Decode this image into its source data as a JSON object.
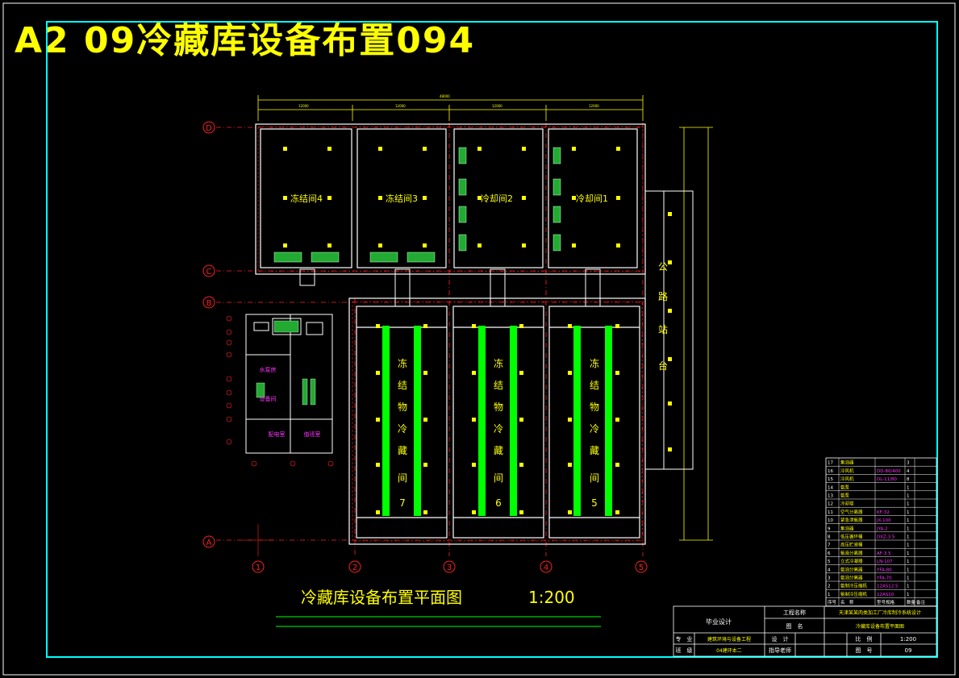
{
  "sheet_title": "A2 09冷藏库设备布置094",
  "plan": {
    "caption": "冷藏库设备布置平面图",
    "scale": "1:200",
    "rooms": {
      "freeze4": "冻结间4",
      "freeze3": "冻结间3",
      "chill2": "冷却间2",
      "chill1": "冷却间1",
      "store7": [
        "冻",
        "结",
        "物",
        "冷",
        "藏",
        "间",
        "7"
      ],
      "store6": [
        "冻",
        "结",
        "物",
        "冷",
        "藏",
        "间",
        "6"
      ],
      "store5": [
        "冻",
        "结",
        "物",
        "冷",
        "藏",
        "间",
        "5"
      ],
      "platform": [
        "公",
        "路",
        "站",
        "台"
      ]
    },
    "axes_rows": [
      "D",
      "C",
      "B",
      "A"
    ],
    "axes_cols": [
      "1",
      "2",
      "3",
      "4",
      "5"
    ],
    "machine_room": {
      "room1": "水泵房",
      "room2": "设备间",
      "room3": "配电室",
      "room4": "值班室"
    }
  },
  "title_block": {
    "project_label": "工程名称",
    "project_value": "天津某某肉类加工厂冷库制冷系统设计",
    "drawing_label": "图　名",
    "drawing_value": "冷藏库设备布置平面图",
    "design_type": "毕业设计",
    "major_label": "专　业",
    "major_value": "建筑环境与设备工程",
    "design_label": "设　计",
    "scale_label": "比　例",
    "scale_value": "1:200",
    "class_label": "班　级",
    "class_value": "04建环本二",
    "advisor_label": "指导老师",
    "sheet_label": "图　号",
    "sheet_value": "09"
  },
  "equipment_table": {
    "header": [
      "序号",
      "名　称",
      "型号规格",
      "数量",
      "备注"
    ],
    "rows": [
      [
        "17",
        "集油器",
        "",
        "3",
        ""
      ],
      [
        "16",
        "冷风机",
        "DD-80/400",
        "4",
        ""
      ],
      [
        "15",
        "冷风机",
        "DL-11/80",
        "8",
        ""
      ],
      [
        "14",
        "氨泵",
        "",
        "1",
        ""
      ],
      [
        "13",
        "氨泵",
        "",
        "1",
        ""
      ],
      [
        "12",
        "冷却塔",
        "",
        "1",
        ""
      ],
      [
        "11",
        "空气分离器",
        "KF-32",
        "1",
        ""
      ],
      [
        "10",
        "紧急泄氨器",
        "JX-100",
        "1",
        ""
      ],
      [
        "9",
        "集油器",
        "JYA-2",
        "1",
        ""
      ],
      [
        "8",
        "低压循环桶",
        "DXZ-3.5",
        "1",
        ""
      ],
      [
        "7",
        "高压贮液桶",
        "",
        "1",
        ""
      ],
      [
        "6",
        "氨液分离器",
        "AF-3.5",
        "1",
        ""
      ],
      [
        "5",
        "立式冷凝器",
        "LN-107",
        "1",
        ""
      ],
      [
        "4",
        "氨油分离器",
        "YFA-80",
        "1",
        ""
      ],
      [
        "3",
        "氨油分离器",
        "YFA-70",
        "1",
        ""
      ],
      [
        "2",
        "氨制冷压缩机",
        "12AS12.5",
        "1",
        ""
      ],
      [
        "1",
        "氨制冷压缩机",
        "12AS10",
        "1",
        ""
      ]
    ]
  }
}
